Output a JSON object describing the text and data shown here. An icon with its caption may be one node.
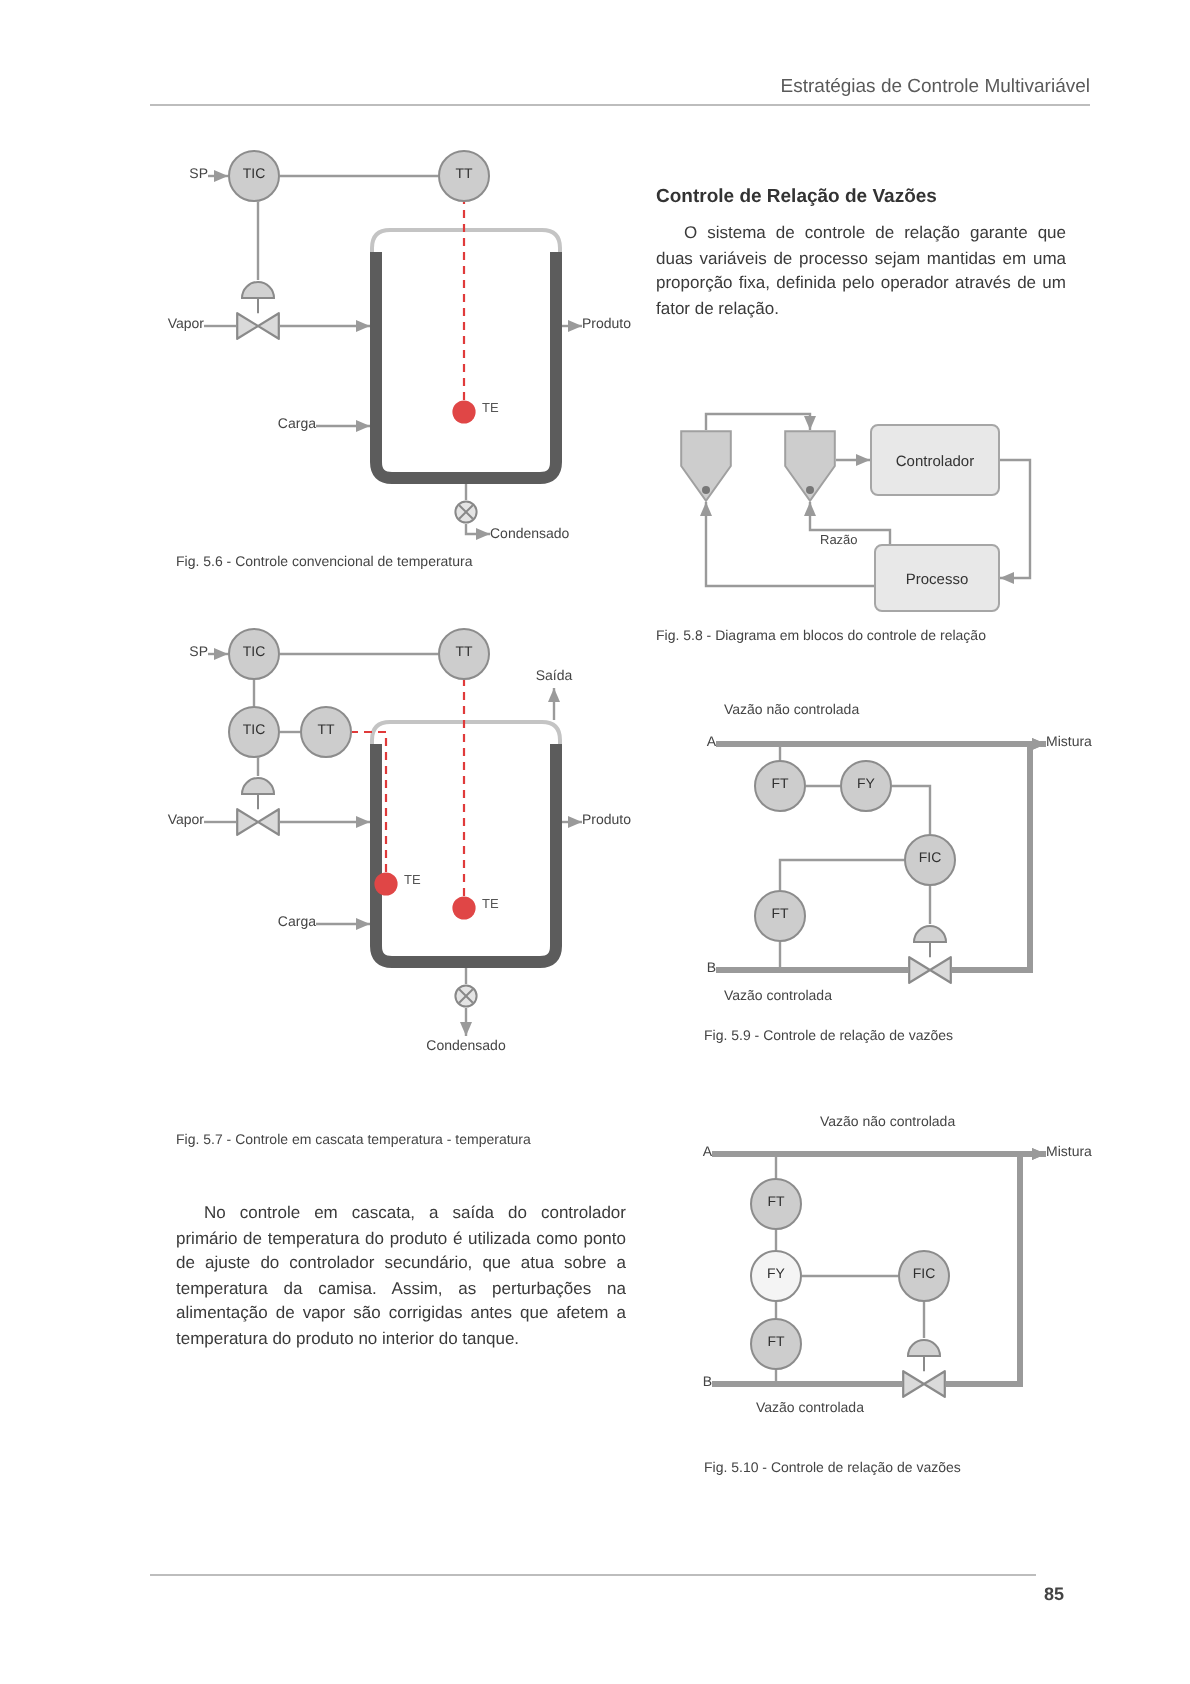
{
  "diagram": {
    "nodes": [
      {
        "text": [
          "SP"
        ]
      },
      {
        "text": [
          "TIC"
        ]
      },
      {
        "text": [
          "TT"
        ]
      },
      {
        "text": [
          "Vapor"
        ]
      },
      {
        "text": [],
        "shape": "valve"
      },
      {
        "text": [],
        "shape": "tank"
      },
      {
        "text": [],
        "shape": "circle",
        "in": 5,
        "beside": [
          "TE"
        ]
      },
      {
        "text": [
          "Produto"
        ]
      },
      {
        "text": [
          "Carga"
        ]
      },
      {
        "text": [],
        "shape": "circle"
      },
      {
        "text": [
          "Condensado"
        ]
      },
      {
        "text": [
          "SP"
        ]
      },
      {
        "text": [
          "TIC"
        ]
      },
      {
        "text": [
          "TT"
        ]
      },
      {
        "text": [
          "TIC"
        ]
      },
      {
        "text": [
          "TT"
        ]
      },
      {
        "text": [
          "Vapor"
        ]
      },
      {
        "text": [],
        "shape": "valve"
      },
      {
        "text": [
          "Saída"
        ]
      },
      {
        "text": [],
        "shape": "tank"
      },
      {
        "text": [],
        "shape": "circle",
        "in": 19,
        "beside": [
          "TE"
        ]
      },
      {
        "text": [],
        "shape": "circle",
        "in": 19,
        "beside": [
          "TE"
        ]
      },
      {
        "text": [
          "Produto"
        ]
      },
      {
        "text": [
          "Carga"
        ]
      },
      {
        "text": [],
        "shape": "circle"
      },
      {
        "text": [
          "Condensado"
        ]
      },
      {
        "text": [],
        "shape": "triangle"
      },
      {
        "text": [],
        "shape": "triangle"
      },
      {
        "text": [
          "Controlador"
        ]
      },
      {
        "text": [
          "Processo"
        ]
      },
      {
        "text": [
          "A"
        ]
      },
      {
        "text": [
          "Mistura"
        ]
      },
      {
        "text": [
          "FT"
        ]
      },
      {
        "text": [
          "FY"
        ]
      },
      {
        "text": [
          "FIC"
        ]
      },
      {
        "text": [
          "FT"
        ]
      },
      {
        "text": [],
        "shape": "valve"
      },
      {
        "text": [
          "B"
        ]
      },
      {
        "text": [
          "A"
        ]
      },
      {
        "text": [
          "Mistura"
        ]
      },
      {
        "text": [
          "FT"
        ]
      },
      {
        "text": [
          "FY"
        ]
      },
      {
        "text": [
          "FIC"
        ]
      },
      {
        "text": [
          "FT"
        ]
      },
      {
        "text": [
          "B"
        ]
      },
      {
        "text": [],
        "shape": "valve"
      }
    ],
    "edges": [
      {
        "from": 0,
        "to": 1,
        "arrow": "to"
      },
      {
        "from": 2,
        "to": 1,
        "arrow": "none"
      },
      {
        "from": 1,
        "to": 4,
        "arrow": "none"
      },
      {
        "from": 3,
        "to": 4,
        "arrow": "none"
      },
      {
        "from": 4,
        "to": 5,
        "arrow": "to"
      },
      {
        "from": 6,
        "to": 2,
        "arrow": "none",
        "style": "dashed",
        "color": "#e03a3a"
      },
      {
        "from": 5,
        "to": 7,
        "arrow": "to"
      },
      {
        "from": 8,
        "to": 5,
        "arrow": "to"
      },
      {
        "from": 5,
        "to": 9,
        "arrow": "none"
      },
      {
        "from": 9,
        "to": 10,
        "arrow": "to"
      },
      {
        "from": 11,
        "to": 12,
        "arrow": "to"
      },
      {
        "from": 13,
        "to": 12,
        "arrow": "none"
      },
      {
        "from": 12,
        "to": 14,
        "arrow": "none"
      },
      {
        "from": 15,
        "to": 14,
        "arrow": "none"
      },
      {
        "from": 14,
        "to": 17,
        "arrow": "none"
      },
      {
        "from": 16,
        "to": 17,
        "arrow": "none"
      },
      {
        "from": 17,
        "to": 19,
        "arrow": "to"
      },
      {
        "from": 20,
        "to": 13,
        "arrow": "none",
        "style": "dashed",
        "color": "#e03a3a"
      },
      {
        "from": 21,
        "to": 15,
        "arrow": "none",
        "style": "dashed",
        "color": "#e03a3a"
      },
      {
        "from": 19,
        "to": 18,
        "arrow": "to"
      },
      {
        "from": 19,
        "to": 22,
        "arrow": "to"
      },
      {
        "from": 23,
        "to": 19,
        "arrow": "to"
      },
      {
        "from": 19,
        "to": 24,
        "arrow": "none"
      },
      {
        "from": 24,
        "to": 25,
        "arrow": "to"
      },
      {
        "from": 27,
        "to": 28,
        "arrow": "to"
      },
      {
        "from": 28,
        "to": 29,
        "arrow": "to"
      },
      {
        "from": 29,
        "to": 26,
        "arrow": "to"
      },
      {
        "from": 26,
        "to": 27,
        "arrow": "to"
      },
      {
        "from": 29,
        "to": 27,
        "arrow": "to",
        "label": "Razão"
      },
      {
        "from": 30,
        "to": 31,
        "arrow": "to",
        "style": "thick"
      },
      {
        "from": 32,
        "to": null,
        "arrow": "none"
      },
      {
        "from": 32,
        "to": 33,
        "arrow": "none"
      },
      {
        "from": 33,
        "to": 34,
        "arrow": "none"
      },
      {
        "from": 35,
        "to": 34,
        "arrow": "none"
      },
      {
        "from": 34,
        "to": 36,
        "arrow": "none"
      },
      {
        "from": 35,
        "to": null,
        "arrow": "none"
      },
      {
        "from": 37,
        "to": 36,
        "arrow": "none",
        "style": "thick"
      },
      {
        "from": 36,
        "to": 31,
        "arrow": "to",
        "style": "thick"
      },
      {
        "from": 38,
        "to": 39,
        "arrow": "to",
        "style": "thick"
      },
      {
        "from": 40,
        "to": null,
        "arrow": "none"
      },
      {
        "from": 40,
        "to": 41,
        "arrow": "none"
      },
      {
        "from": 43,
        "to": 41,
        "arrow": "none"
      },
      {
        "from": 41,
        "to": 42,
        "arrow": "none"
      },
      {
        "from": 42,
        "to": 45,
        "arrow": "none"
      },
      {
        "from": 43,
        "to": null,
        "arrow": "none"
      },
      {
        "from": 44,
        "to": 45,
        "arrow": "none",
        "style": "thick"
      },
      {
        "from": 45,
        "to": 39,
        "arrow": "to",
        "style": "thick"
      }
    ],
    "labels": [
      "Estratégias de Controle Multivariável",
      "Fig. 5.6 - Controle convencional de temperatura",
      "Controle de Relação de Vazões",
      "O sistema de controle de relação garante que duas variáveis de processo sejam mantidas em uma proporção fixa, definida pelo operador através de um fator de relação.",
      "Fig. 5.8 - Diagrama em blocos do controle de relação",
      "Vazão não controlada",
      "Vazão controlada",
      "Fig. 5.9 - Controle de relação de vazões",
      "Fig. 5.7 - Controle em cascata temperatura - temperatura",
      "No controle em cascata, a saída do controlador primário de temperatura do produto é utilizada como ponto de ajuste do controlador secundário, que atua sobre a temperatura da camisa. Assim, as perturbações na alimentação de vapor são corrigidas antes que afetem a temperatura do produto no interior do tanque.",
      "Vazão não controlada",
      "Vazão controlada",
      "Fig. 5.10 - Controle de relação de vazões",
      "85"
    ]
  }
}
